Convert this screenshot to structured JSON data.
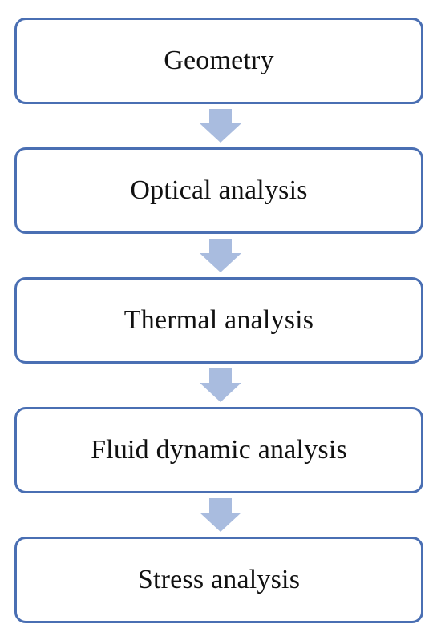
{
  "steps": [
    {
      "label": "Geometry"
    },
    {
      "label": "Optical analysis"
    },
    {
      "label": "Thermal analysis"
    },
    {
      "label": "Fluid dynamic analysis"
    },
    {
      "label": "Stress analysis"
    }
  ],
  "colors": {
    "box_border": "#4a6fb3",
    "arrow_fill": "#a9bcdf",
    "text": "#111111"
  },
  "icons": {
    "connector": "arrow-down-icon"
  }
}
